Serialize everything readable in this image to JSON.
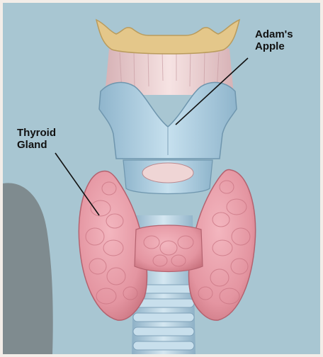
{
  "labels": {
    "adams_apple": [
      "Adam's",
      "Apple"
    ],
    "thyroid_gland": [
      "Thyroid",
      "Gland"
    ]
  },
  "colors": {
    "background": "#a8c6d2",
    "border": "#f3ede8",
    "silhouette": "#7f8b8f",
    "hyoid_bone": "#e4c78a",
    "cartilage": "#a9cde0",
    "muscle": "#efd5d5",
    "thyroid": "#e69aa6",
    "trachea": "#b7d3e4"
  }
}
